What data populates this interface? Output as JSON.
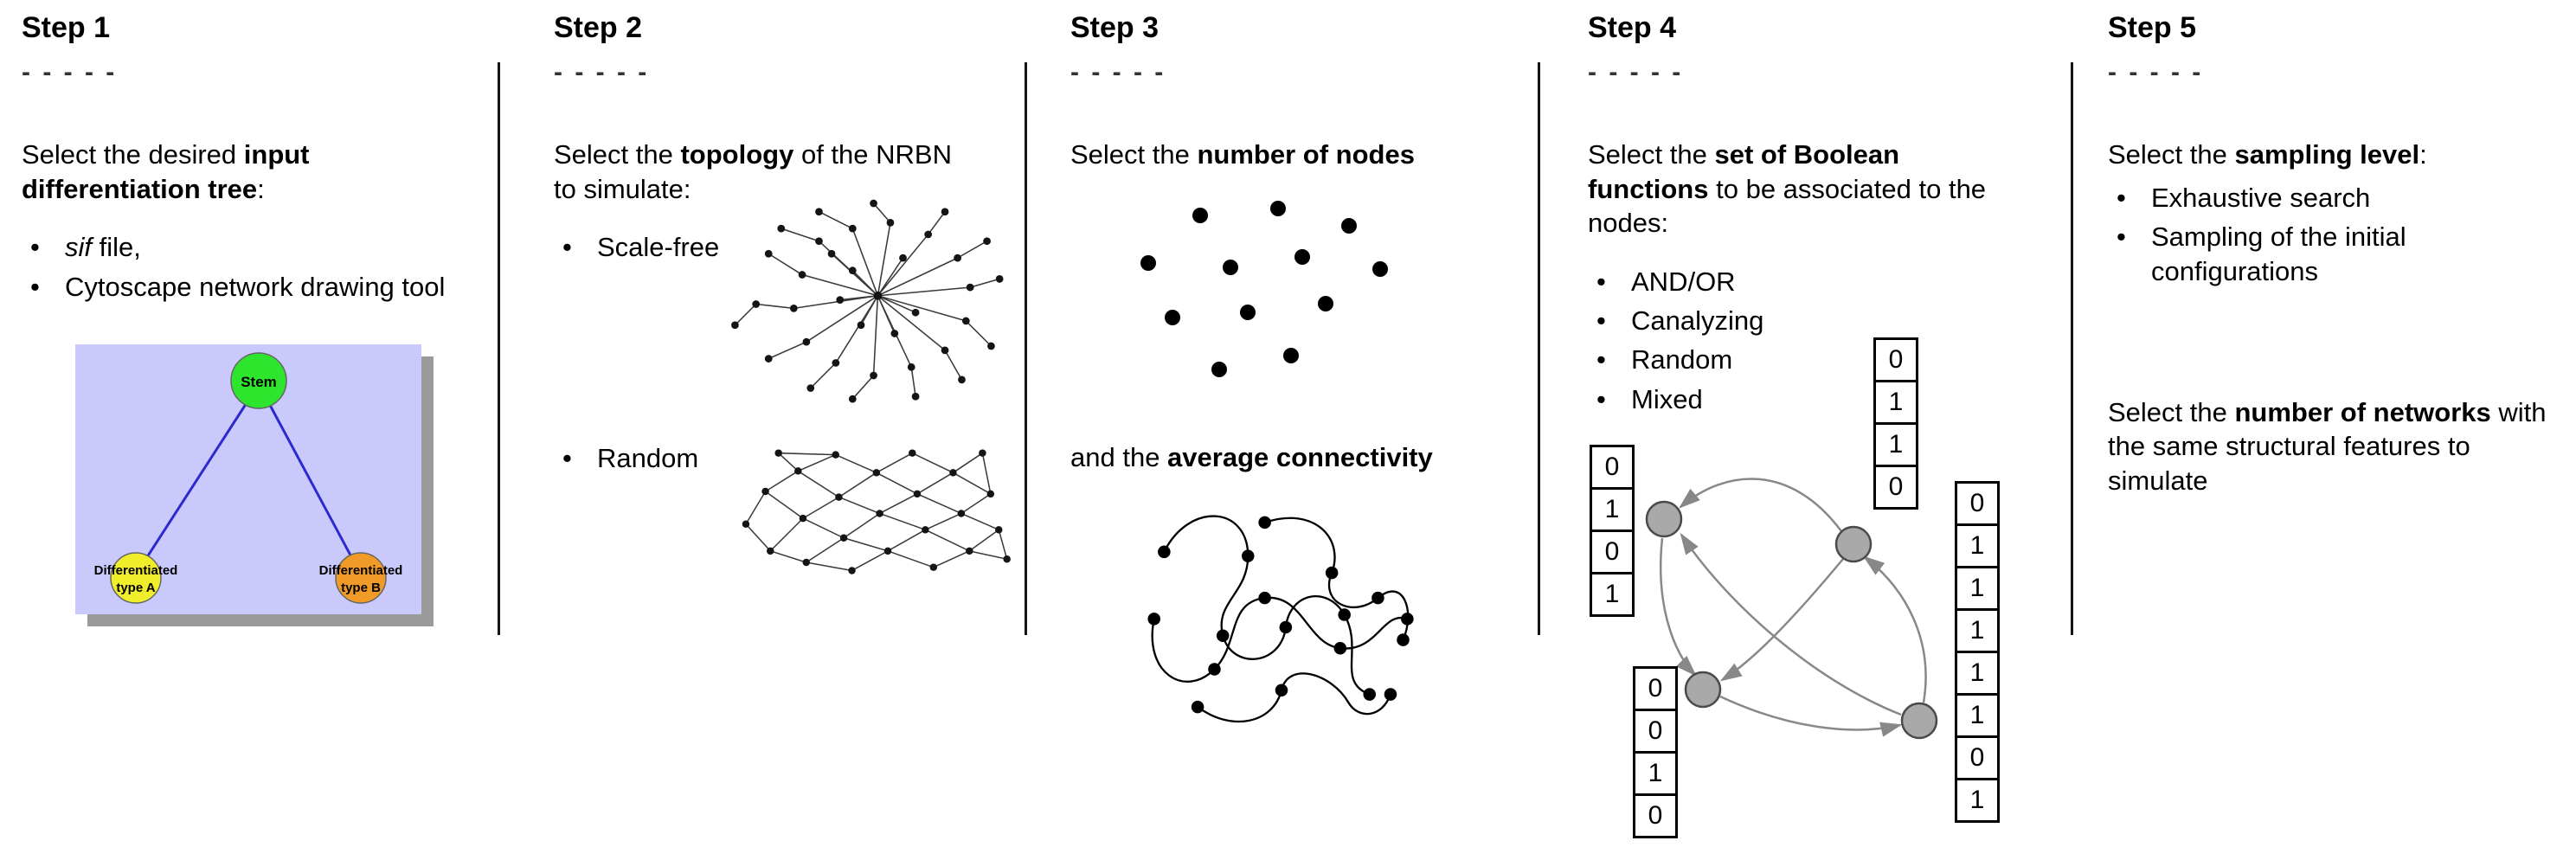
{
  "figure": {
    "background": "#ffffff",
    "divider_color": "#141414"
  },
  "steps": [
    {
      "title": "Step 1",
      "dashes": "- - - - -",
      "intro": "Select the desired **input differentiation tree**:",
      "bullets": [
        "*sif* file,",
        "Cytoscape network drawing tool"
      ],
      "tree": {
        "stem_label": "Stem",
        "type_a_label_1": "Differentiated",
        "type_a_label_2": "type A",
        "type_b_label_1": "Differentiated",
        "type_b_label_2": "type B",
        "colors": {
          "panel": "#c9c9fb",
          "shadow": "#9a9a9a",
          "stem": "#2ee52e",
          "type_a": "#f0ee2a",
          "type_b": "#f09a28",
          "edge": "#2a2ad0",
          "node_outline": "#666666"
        }
      }
    },
    {
      "title": "Step 2",
      "dashes": "- - - - -",
      "intro": "Select the **topology** of the NRBN to simulate:",
      "bullets": [
        "Scale-free",
        "Random"
      ]
    },
    {
      "title": "Step 3",
      "dashes": "- - - - -",
      "intro": "Select the **number of nodes**",
      "connectivity_caption": "and the **average connectivity**"
    },
    {
      "title": "Step 4",
      "dashes": "- - - - -",
      "intro": "Select the **set of Boolean functions** to be associated to the nodes:",
      "bullets": [
        "AND/OR",
        "Canalyzing",
        "Random",
        "Mixed"
      ],
      "truth_tables": {
        "top": [
          "0",
          "1",
          "1",
          "0"
        ],
        "left": [
          "0",
          "1",
          "0",
          "1"
        ],
        "bottom_left": [
          "0",
          "0",
          "1",
          "0"
        ],
        "right": [
          "0",
          "1",
          "1",
          "1",
          "1",
          "1",
          "0",
          "1"
        ]
      },
      "node_color": "#a9a9a9",
      "edge_color": "#888888"
    },
    {
      "title": "Step 5",
      "dashes": "- - - - -",
      "intro": "Select the **sampling level**:",
      "bullets": [
        "Exhaustive search",
        "Sampling of the initial configurations"
      ],
      "networks_text": "Select the **number of networks** with the same structural features to simulate"
    }
  ]
}
